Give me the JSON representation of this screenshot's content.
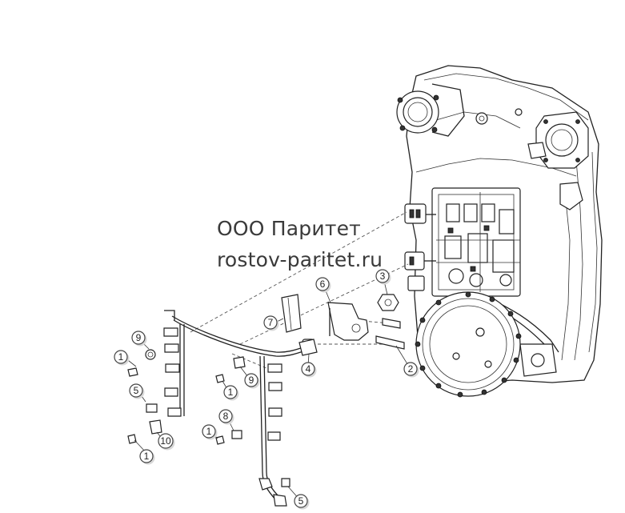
{
  "watermark": {
    "company": "ООО Паритет",
    "site": "rostov-paritet.ru"
  },
  "callouts": [
    {
      "id": "c1a",
      "label": "1"
    },
    {
      "id": "c1b",
      "label": "1"
    },
    {
      "id": "c1c",
      "label": "1"
    },
    {
      "id": "c1d",
      "label": "1"
    },
    {
      "id": "c2",
      "label": "2"
    },
    {
      "id": "c3",
      "label": "3"
    },
    {
      "id": "c4",
      "label": "4"
    },
    {
      "id": "c5a",
      "label": "5"
    },
    {
      "id": "c5b",
      "label": "5"
    },
    {
      "id": "c6",
      "label": "6"
    },
    {
      "id": "c7",
      "label": "7"
    },
    {
      "id": "c8",
      "label": "8"
    },
    {
      "id": "c9a",
      "label": "9"
    },
    {
      "id": "c9b",
      "label": "9"
    },
    {
      "id": "c10",
      "label": "10"
    }
  ]
}
